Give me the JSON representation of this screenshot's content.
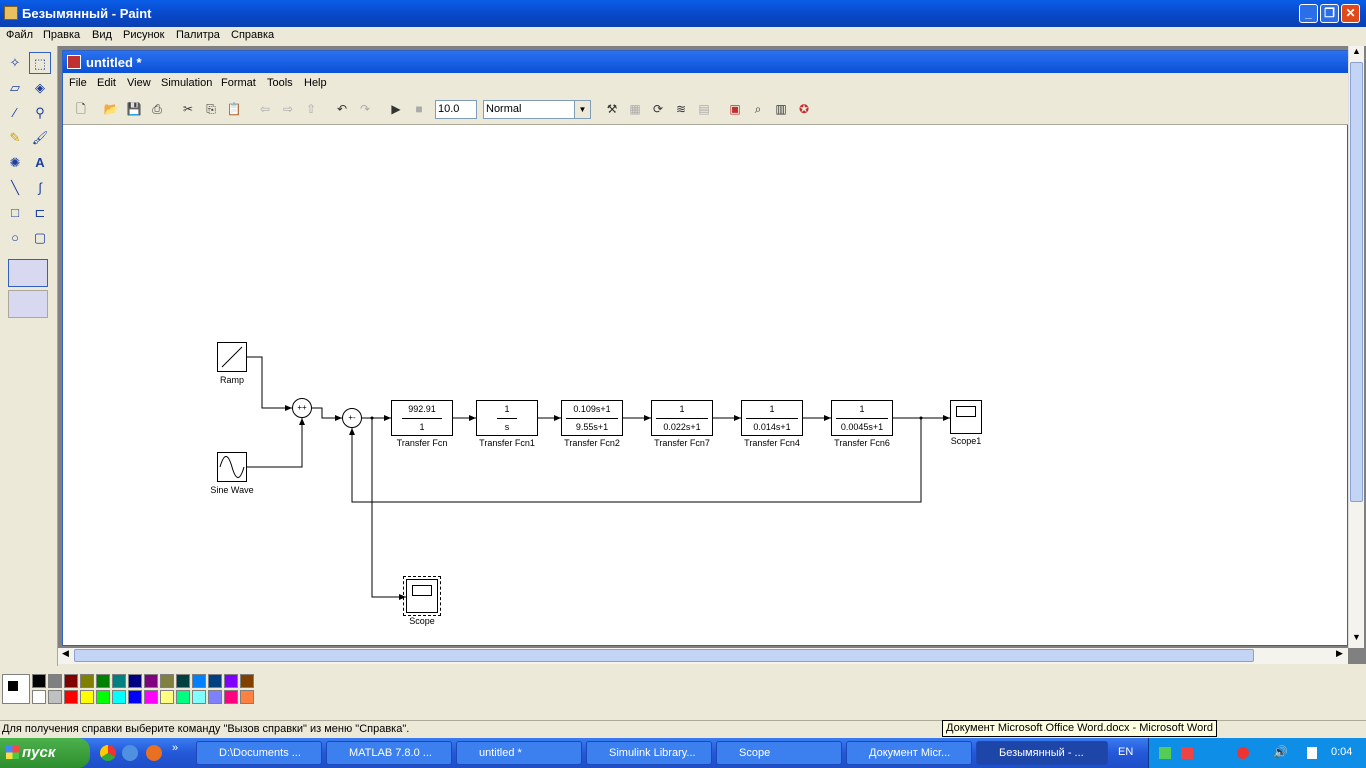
{
  "window": {
    "title": "Безымянный - Paint"
  },
  "menu": [
    "Файл",
    "Правка",
    "Вид",
    "Рисунок",
    "Палитра",
    "Справка"
  ],
  "sim": {
    "title": "untitled *",
    "menu": [
      "File",
      "Edit",
      "View",
      "Simulation",
      "Format",
      "Tools",
      "Help"
    ],
    "stop_time": "10.0",
    "mode": "Normal"
  },
  "blocks": {
    "ramp": "Ramp",
    "sine": "Sine Wave",
    "sum1_signs": "++",
    "sum2_signs": "+-",
    "tf": {
      "num": "992.91",
      "den": "1",
      "name": "Transfer Fcn"
    },
    "tf1": {
      "num": "1",
      "den": "s",
      "name": "Transfer Fcn1"
    },
    "tf2": {
      "num": "0.109s+1",
      "den": "9.55s+1",
      "name": "Transfer Fcn2"
    },
    "tf7": {
      "num": "1",
      "den": "0.022s+1",
      "name": "Transfer Fcn7"
    },
    "tf4": {
      "num": "1",
      "den": "0.014s+1",
      "name": "Transfer Fcn4"
    },
    "tf6": {
      "num": "1",
      "den": "0.0045s+1",
      "name": "Transfer Fcn6"
    },
    "scope1": "Scope1",
    "scope": "Scope"
  },
  "palette_colors": [
    "#000000",
    "#808080",
    "#800000",
    "#808000",
    "#008000",
    "#008080",
    "#000080",
    "#800080",
    "#808040",
    "#004040",
    "#0080ff",
    "#004080",
    "#8000ff",
    "#804000",
    "#ffffff",
    "#c0c0c0",
    "#ff0000",
    "#ffff00",
    "#00ff00",
    "#00ffff",
    "#0000ff",
    "#ff00ff",
    "#ffff80",
    "#00ff80",
    "#80ffff",
    "#8080ff",
    "#ff0080",
    "#ff8040"
  ],
  "status": "Для получения справки выберите команду \"Вызов справки\" из меню \"Справка\".",
  "tooltip": "Документ Microsoft Office Word.docx - Microsoft Word",
  "taskbar": {
    "start": "пуск",
    "tasks": [
      "D:\\Documents ...",
      "MATLAB 7.8.0 ...",
      "untitled *",
      "Simulink Library...",
      "Scope",
      "Документ Micr...",
      "Безымянный - ..."
    ],
    "lang": "EN",
    "clock": "0:04"
  }
}
